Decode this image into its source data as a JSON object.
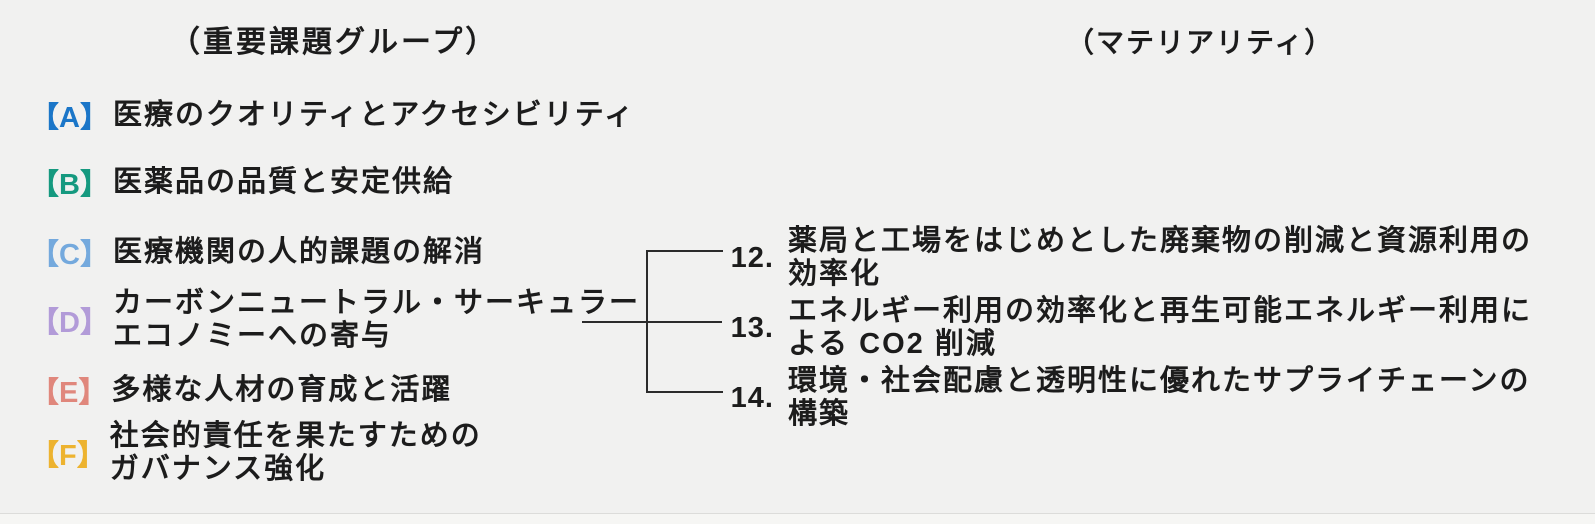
{
  "canvas": {
    "background": "#f1f1f0",
    "text_color": "#1c1c1c",
    "connector_color": "#2b2b2b",
    "footer_divider_color": "#dcdcda",
    "footer_band_color": "#f6f6f4"
  },
  "headers": {
    "left_title": "（重要課題グループ）",
    "right_title": "（マテリアリティ）"
  },
  "issue_groups": [
    {
      "letter": "A",
      "label": "【A】",
      "color": "#1b76c8",
      "lines": [
        "医療のクオリティとアクセシビリティ"
      ]
    },
    {
      "letter": "B",
      "label": "【B】",
      "color": "#15997f",
      "lines": [
        "医薬品の品質と安定供給"
      ]
    },
    {
      "letter": "C",
      "label": "【C】",
      "color": "#74a9dd",
      "lines": [
        "医療機関の人的課題の解消"
      ]
    },
    {
      "letter": "D",
      "label": "【D】",
      "color": "#b29bd8",
      "lines": [
        "カーボンニュートラル・サーキュラー",
        "エコノミーへの寄与"
      ]
    },
    {
      "letter": "E",
      "label": "【E】",
      "color": "#e0877c",
      "lines": [
        "多様な人材の育成と活躍"
      ]
    },
    {
      "letter": "F",
      "label": "【F】",
      "color": "#edb32f",
      "lines": [
        "社会的責任を果たすための",
        "ガバナンス強化"
      ]
    }
  ],
  "materialities": [
    {
      "number": "12.",
      "lines": [
        "薬局と工場をはじめとした廃棄物の削減と資源利用の",
        "効率化"
      ]
    },
    {
      "number": "13.",
      "lines": [
        "エネルギー利用の効率化と再生可能エネルギー利用に",
        "よる CO2 削減"
      ]
    },
    {
      "number": "14.",
      "lines": [
        "環境・社会配慮と透明性に優れたサプライチェーンの",
        "構築"
      ]
    }
  ],
  "connections": [
    {
      "from_group": "D",
      "to_materiality": "12"
    },
    {
      "from_group": "D",
      "to_materiality": "13"
    },
    {
      "from_group": "D",
      "to_materiality": "14"
    }
  ]
}
